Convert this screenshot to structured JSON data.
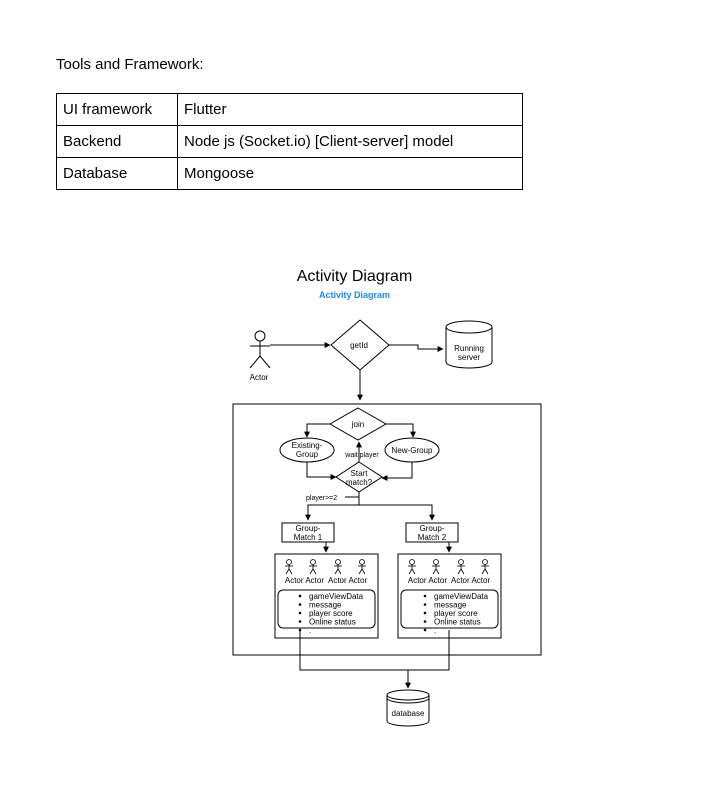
{
  "heading": "Tools and Framework:",
  "table": [
    {
      "key": "UI framework",
      "value": "Flutter"
    },
    {
      "key": "Backend",
      "value": "Node js (Socket.io) [Client-server] model"
    },
    {
      "key": "Database",
      "value": "Mongoose"
    }
  ],
  "diagram": {
    "title": "Activity Diagram",
    "subtitle": "Activity Diagram",
    "actor_label": "Actor",
    "getid": "getId",
    "server_line1": "Running",
    "server_line2": "server",
    "join": "join",
    "existing_line1": "Existing-",
    "existing_line2": "Group",
    "new_group": "New-Group",
    "wait_player": "wait player",
    "start_line1": "Start",
    "start_line2": "match?",
    "condition": "player>=2",
    "gm1_line1": "Group-",
    "gm1_line2": "Match 1",
    "gm2_line1": "Group-",
    "gm2_line2": "Match 2",
    "actors_row": "Actor Actor  Actor Actor",
    "items": [
      "gameViewData",
      "message",
      "player score",
      "Online status",
      "."
    ],
    "database": "database"
  },
  "colors": {
    "subtitle": "#1e88e5"
  }
}
